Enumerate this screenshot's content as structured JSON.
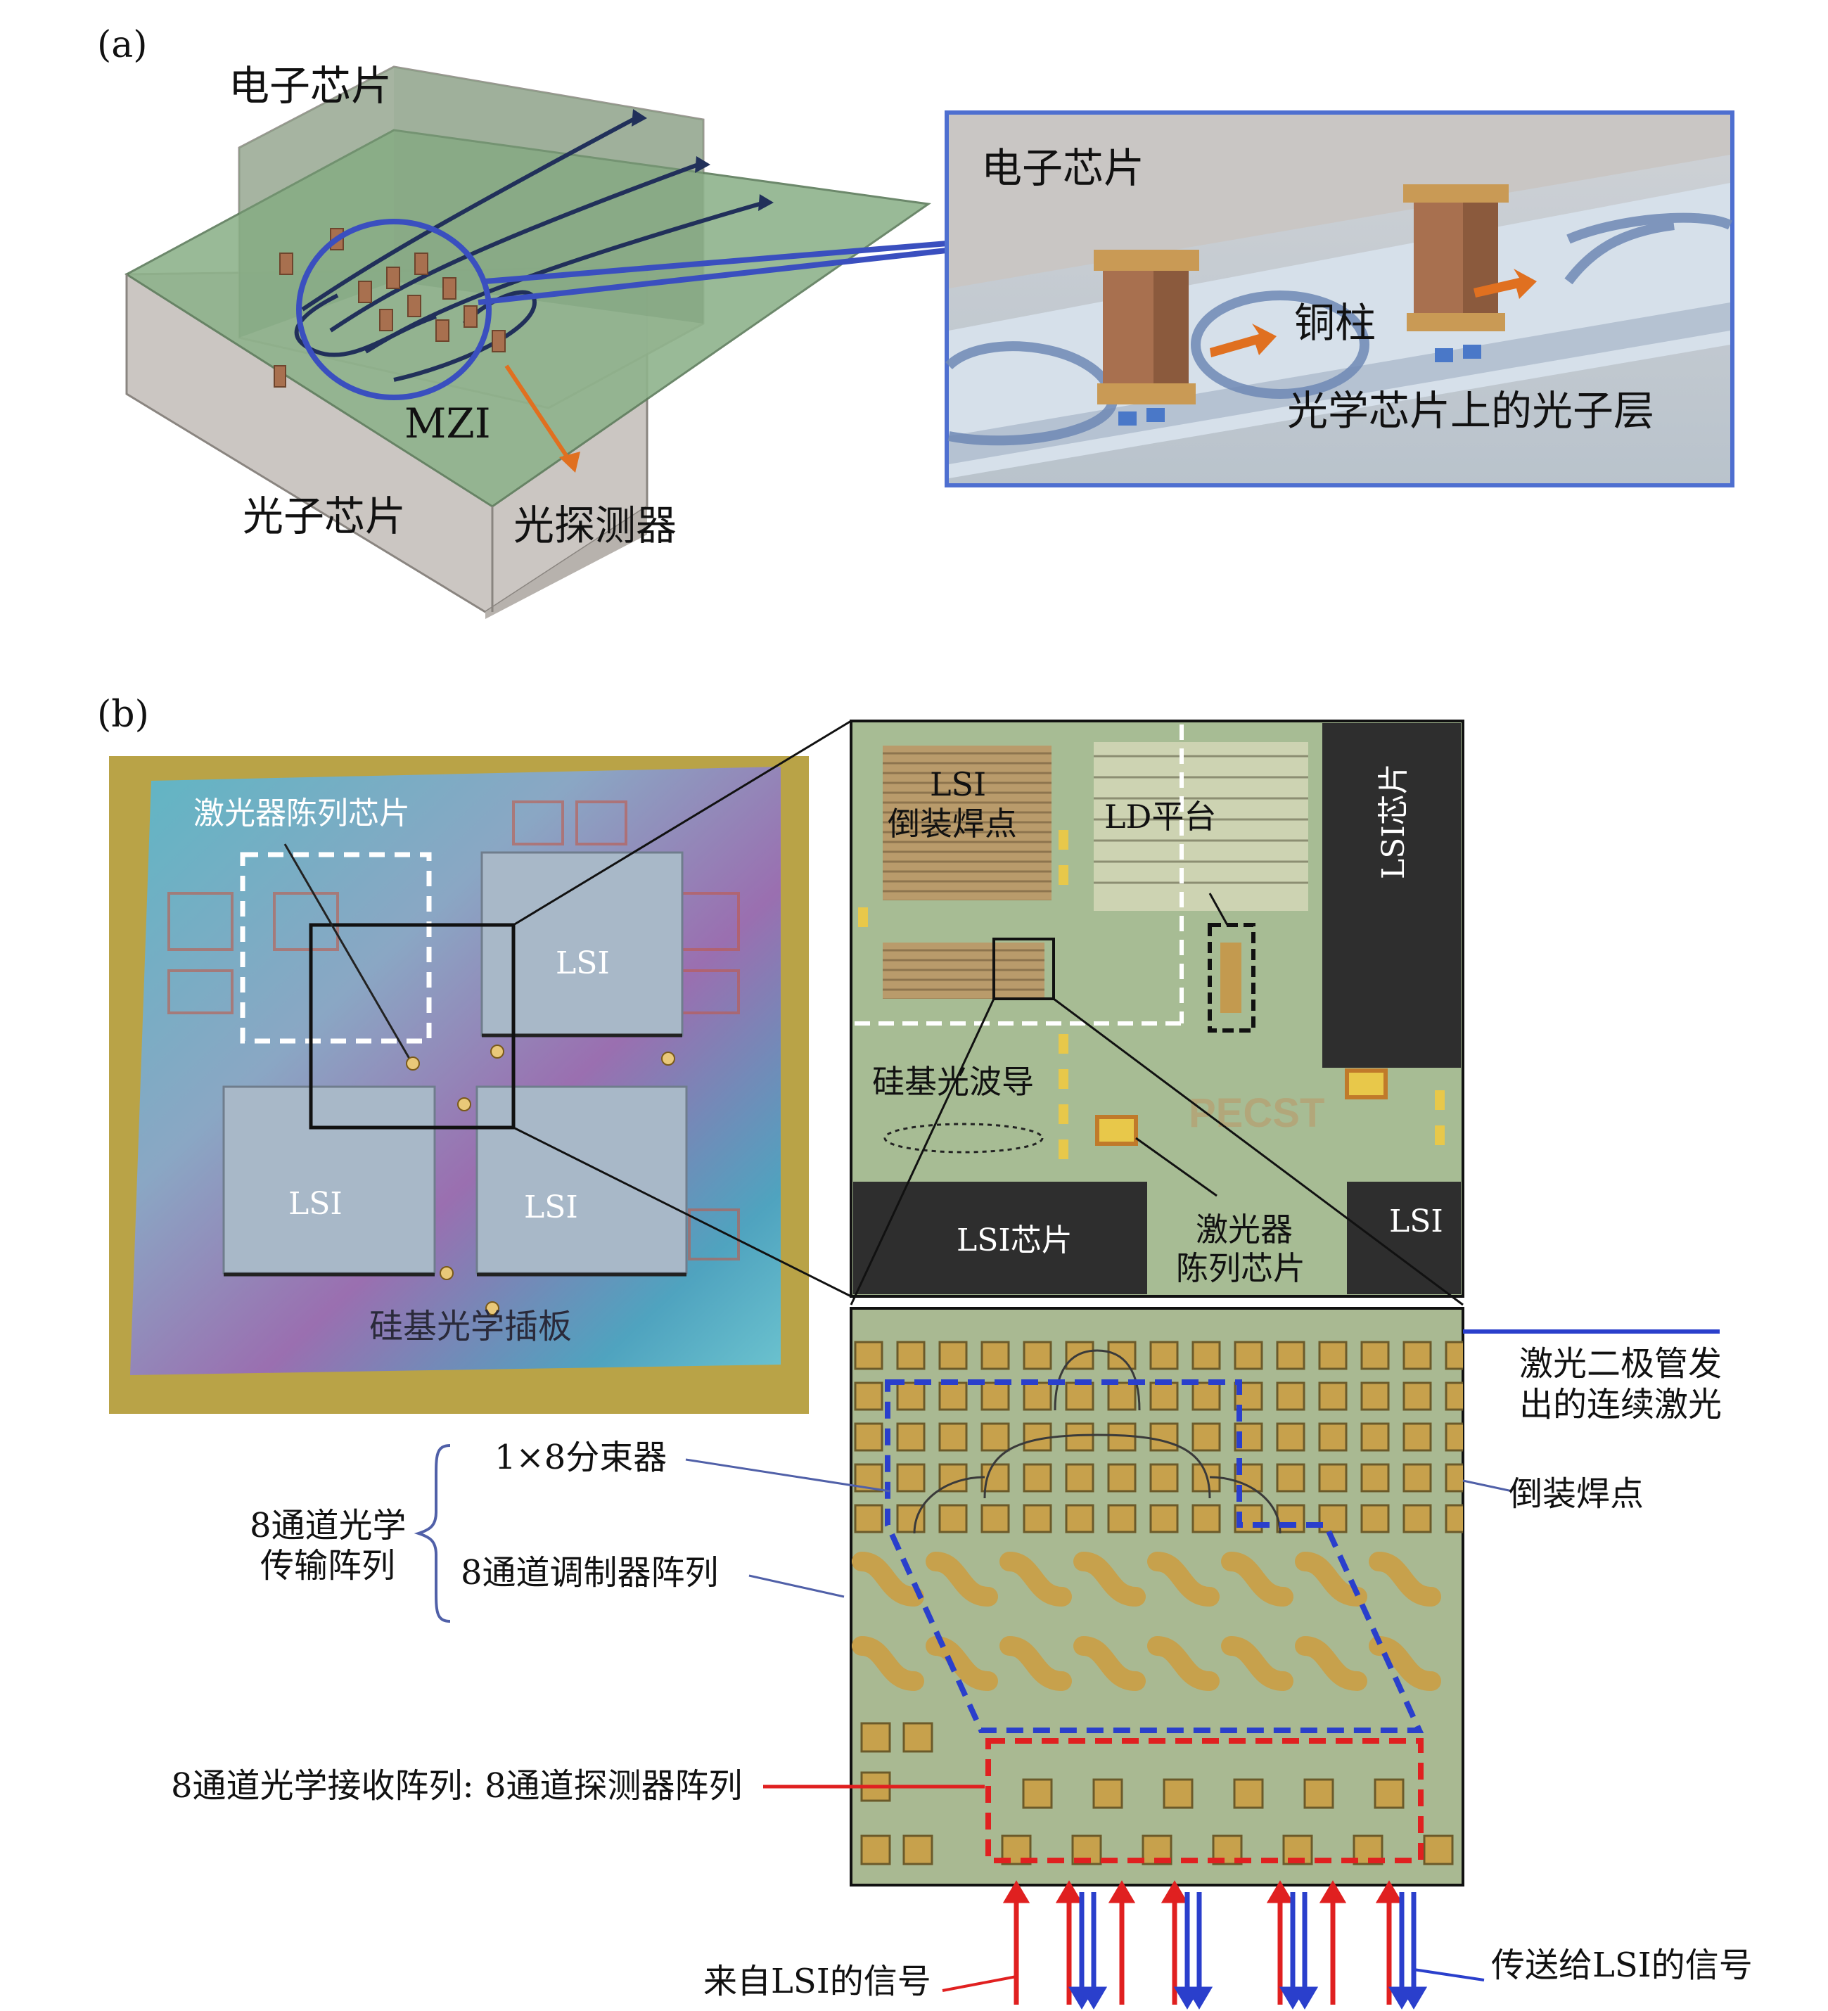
{
  "panel_a": {
    "letter": "(a)",
    "electronic_chip": "电子芯片",
    "photonic_chip": "光子芯片",
    "mzi": "MZI",
    "photodetector": "光探测器",
    "inset": {
      "electronic_chip": "电子芯片",
      "copper_pillar": "铜柱",
      "photonic_layer": "光学芯片上的光子层"
    }
  },
  "panel_b": {
    "letter": "(b)",
    "photo": {
      "laser_array_chip": "激光器陈列芯片",
      "lsi_top": "LSI",
      "lsi_bottom_left": "LSI",
      "lsi_bottom_right": "LSI",
      "interposer": "硅基光学插板"
    },
    "zoom": {
      "lsi_flip_bumps_line1": "LSI",
      "lsi_flip_bumps_line2": "倒装焊点",
      "ld_platform": "LD平台",
      "lsi_chip_right": "LSI芯片",
      "si_waveguide": "硅基光波导",
      "lsi_chip_bottom": "LSI芯片",
      "laser_array_line1": "激光器",
      "laser_array_line2": "陈列芯片",
      "lsi_small": "LSI",
      "logo": "PECST"
    },
    "layout": {
      "cw_laser_line1": "激光二极管发",
      "cw_laser_line2": "出的连续激光",
      "flip_chip_bumps": "倒装焊点",
      "splitter": "1×8分束器",
      "tx_array_line1": "8通道光学",
      "tx_array_line2": "传输阵列",
      "modulator_array": "8通道调制器阵列",
      "rx_array": "8通道光学接收阵列: 8通道探测器阵列",
      "signal_from_lsi": "来自LSI的信号",
      "signal_to_lsi": "传送给LSI的信号"
    }
  },
  "colors": {
    "chip_green": "#8fb38c",
    "box_gray": "#c9c4c0",
    "waveguide_blue": "#3a4fbf",
    "inset_border": "#4e6fd0",
    "copper": "#a8704f",
    "pad_gold": "#c9a24a",
    "layout_bg": "#a9b992",
    "dark_chip": "#2e2e2e",
    "signal_red": "#e02020",
    "signal_blue": "#2a3fcc"
  }
}
